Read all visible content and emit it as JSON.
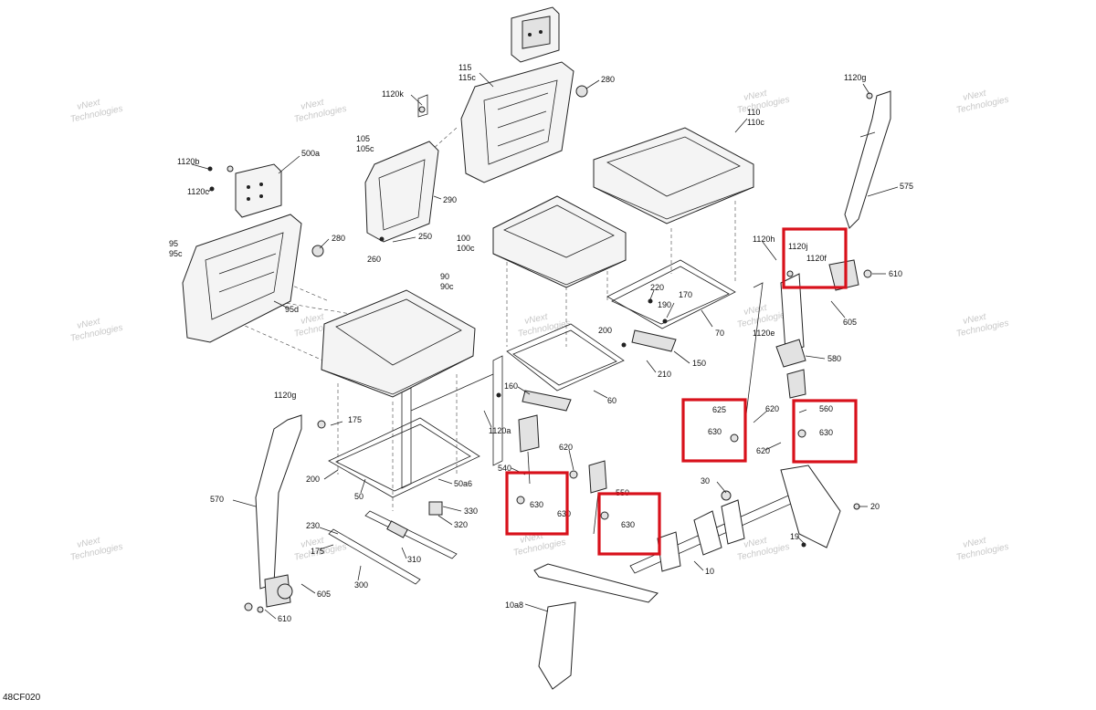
{
  "figure_code": "48CF020",
  "watermark_lines": [
    "vNext",
    "Technologies"
  ],
  "callouts": {
    "c1120g_top": "1120g",
    "c575": "575",
    "c115": "115",
    "c115c": "115c",
    "c280_top": "280",
    "c1120k": "1120k",
    "c110": "110",
    "c110c": "110c",
    "c105": "105",
    "c105c": "105c",
    "c290": "290",
    "c1120b": "1120b",
    "c1120c": "1120c",
    "c500a": "500a",
    "c95": "95",
    "c95c": "95c",
    "c280_left": "280",
    "c250": "250",
    "c260": "260",
    "c100": "100",
    "c100c": "100c",
    "c1120h": "1120h",
    "c1120j": "1120j",
    "c1120f": "1120f",
    "c610_right": "610",
    "c605_right": "605",
    "c90": "90",
    "c90c": "90c",
    "c95d": "95d",
    "c220": "220",
    "c190": "190",
    "c170": "170",
    "c200_mid": "200",
    "c70": "70",
    "c1120e": "1120e",
    "c580": "580",
    "c150": "150",
    "c210": "210",
    "c160": "160",
    "c60": "60",
    "c1120g_left": "1120g",
    "c175_a": "175",
    "c1120a": "1120a",
    "c625": "625",
    "c630_r1": "630",
    "c620_r1": "620",
    "c560": "560",
    "c630_r2": "630",
    "c620_r2": "620",
    "c620_mid": "620",
    "c540": "540",
    "c200_left": "200",
    "c50a6": "50a6",
    "c50": "50",
    "c630_m1": "630",
    "c630_m2": "630",
    "c630_m3": "630",
    "c550": "550",
    "c570": "570",
    "c330": "330",
    "c320": "320",
    "c30": "30",
    "c20": "20",
    "c230": "230",
    "c175_b": "175",
    "c310": "310",
    "c19": "19",
    "c300": "300",
    "c605_left": "605",
    "c10": "10",
    "c10a8": "10a8",
    "c610_left": "610"
  },
  "colors": {
    "highlight": "#d8111b",
    "line": "#222222",
    "watermark": "#c8c8c8"
  }
}
